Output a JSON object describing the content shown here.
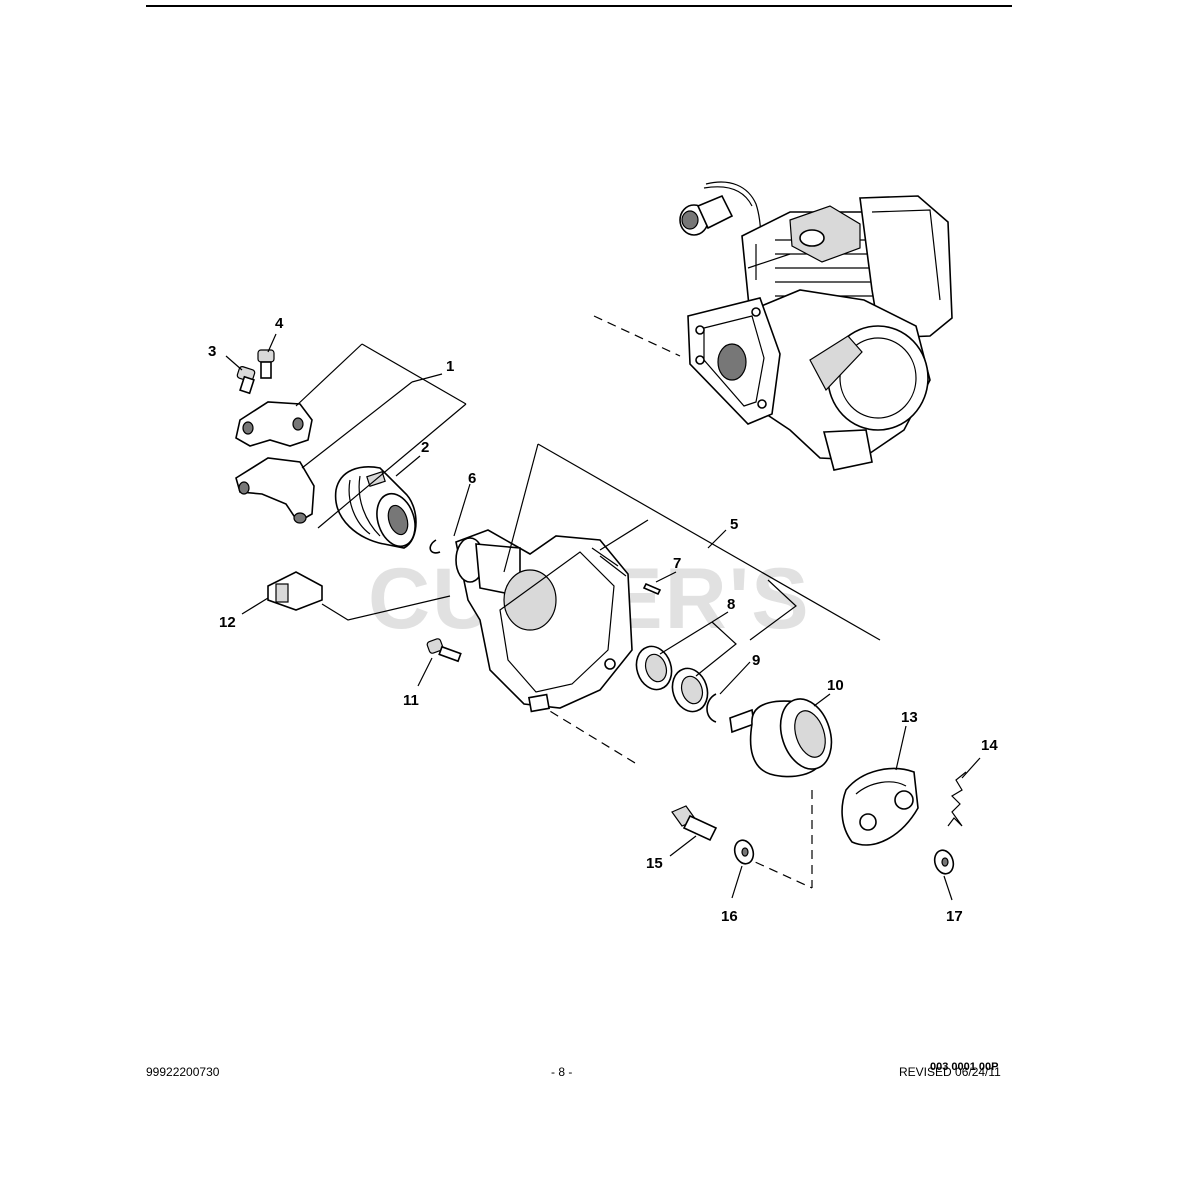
{
  "diagram": {
    "callouts": [
      "1",
      "2",
      "3",
      "4",
      "5",
      "6",
      "7",
      "8",
      "9",
      "10",
      "11",
      "12",
      "13",
      "14",
      "15",
      "16",
      "17"
    ],
    "watermark": "CUTTER'S",
    "drawing_code": "003 0001 00P"
  },
  "footer": {
    "left": "99922200730",
    "center": "- 8 -",
    "right": "REVISED 06/24/11"
  }
}
